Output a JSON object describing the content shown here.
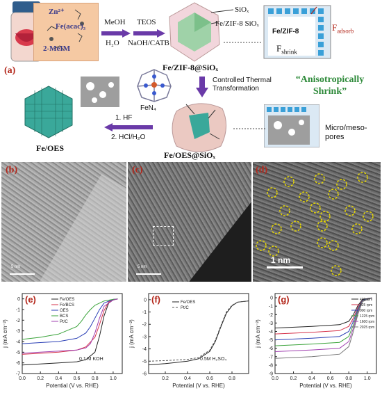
{
  "panel_a": {
    "label": "(a)",
    "ions": {
      "zn": "Zn²⁺",
      "fe": "Fe(acac)₃",
      "melm": "2-MeIM"
    },
    "step1_top": "MeOH",
    "step1_bottom": "H₂O",
    "step2_top": "TEOS",
    "step2_bottom": "NaOH/CATB",
    "sio_label_1": "SiOₓ",
    "sio_label_2": "Fe/ZIF-8 SiOₓ",
    "product_1": "Fe/ZIF-8@SiOₓ",
    "inset_top": {
      "fe_zif": "Fe/ZIF-8",
      "f_adsorb": "F",
      "f_adsorb_sub": "adsorb",
      "f_shrink": "F",
      "f_shrink_sub": "shrink"
    },
    "thermal": "Controlled Thermal Transformation",
    "anisotropic": "“Anisotropically Shrink”",
    "fen4": "FeN₄",
    "step3_1": "1. HF",
    "step3_2": "2. HCl/H₂O",
    "product_2": "Fe/OES",
    "product_3": "Fe/OES@SiOₓ",
    "micro": "Micro/meso-pores"
  },
  "panel_b": {
    "label": "(b)",
    "scale": "5 nm"
  },
  "panel_c": {
    "label": "(c)",
    "scale": "5 nm"
  },
  "panel_d": {
    "label": "(d)",
    "scale": "1 nm"
  },
  "chart_data": [
    {
      "type": "line",
      "label": "(e)",
      "xlabel": "Potential (V vs. RHE)",
      "ylabel": "j (mA cm⁻²)",
      "annotation": "0.1 M KOH",
      "xlim": [
        0.0,
        1.1
      ],
      "ylim": [
        -7,
        0.5
      ],
      "xticks": [
        "0.0",
        "0.2",
        "0.4",
        "0.6",
        "0.8",
        "1.0"
      ],
      "yticks": [
        "0",
        "-1",
        "-2",
        "-3",
        "-4",
        "-5",
        "-6",
        "-7"
      ],
      "series": [
        {
          "name": "Fe/OES",
          "color": "#222222",
          "x": [
            0.0,
            0.2,
            0.4,
            0.6,
            0.7,
            0.8,
            0.85,
            0.9,
            0.95,
            1.0,
            1.05
          ],
          "y": [
            -6.2,
            -6.1,
            -6.0,
            -5.9,
            -5.7,
            -5.0,
            -3.5,
            -1.6,
            -0.4,
            -0.1,
            0.0
          ]
        },
        {
          "name": "Fe/BCS",
          "color": "#d6324a",
          "x": [
            0.0,
            0.2,
            0.4,
            0.6,
            0.7,
            0.8,
            0.85,
            0.9,
            0.95,
            1.0,
            1.05
          ],
          "y": [
            -5.2,
            -5.1,
            -5.0,
            -4.8,
            -4.5,
            -3.6,
            -2.4,
            -1.1,
            -0.3,
            -0.1,
            0.0
          ]
        },
        {
          "name": "OES",
          "color": "#2a3fb5",
          "x": [
            0.0,
            0.2,
            0.4,
            0.6,
            0.7,
            0.75,
            0.8,
            0.85,
            0.9,
            1.0,
            1.05
          ],
          "y": [
            -4.2,
            -4.1,
            -4.0,
            -3.7,
            -3.2,
            -2.6,
            -1.8,
            -1.0,
            -0.4,
            -0.05,
            0.0
          ]
        },
        {
          "name": "BCS",
          "color": "#3aa33a",
          "x": [
            0.0,
            0.2,
            0.4,
            0.6,
            0.65,
            0.7,
            0.75,
            0.8,
            0.9,
            1.0,
            1.05
          ],
          "y": [
            -3.8,
            -3.6,
            -3.3,
            -2.6,
            -2.1,
            -1.5,
            -1.0,
            -0.6,
            -0.2,
            -0.05,
            0.0
          ]
        },
        {
          "name": "Pt/C",
          "color": "#a040b0",
          "x": [
            0.0,
            0.2,
            0.4,
            0.6,
            0.7,
            0.75,
            0.8,
            0.85,
            0.9,
            1.0,
            1.05
          ],
          "y": [
            -5.1,
            -5.0,
            -4.9,
            -4.8,
            -4.6,
            -4.2,
            -3.2,
            -1.8,
            -0.7,
            -0.1,
            0.0
          ]
        }
      ]
    },
    {
      "type": "line",
      "label": "(f)",
      "xlabel": "Potential (V vs. RHE)",
      "ylabel": "j (mA cm⁻²)",
      "annotation": "0.5M H₂SO₄",
      "xlim": [
        0.05,
        0.95
      ],
      "ylim": [
        -6,
        0.5
      ],
      "xticks": [
        "0.2",
        "0.4",
        "0.6",
        "0.8"
      ],
      "yticks": [
        "0",
        "-1",
        "-2",
        "-3",
        "-4",
        "-5",
        "-6"
      ],
      "series": [
        {
          "name": "Fe/OES",
          "color": "#222222",
          "x": [
            0.05,
            0.2,
            0.4,
            0.5,
            0.6,
            0.65,
            0.7,
            0.75,
            0.8,
            0.85,
            0.95
          ],
          "y": [
            -5.3,
            -5.2,
            -5.0,
            -4.8,
            -4.2,
            -3.4,
            -2.2,
            -1.1,
            -0.5,
            -0.2,
            -0.1
          ]
        },
        {
          "name": "Pt/C",
          "color": "#555555",
          "dashed": true,
          "x": [
            0.05,
            0.2,
            0.4,
            0.5,
            0.6,
            0.65,
            0.7,
            0.75,
            0.8,
            0.85,
            0.95
          ],
          "y": [
            -5.0,
            -4.95,
            -4.85,
            -4.7,
            -4.1,
            -3.3,
            -2.1,
            -1.0,
            -0.45,
            -0.2,
            -0.1
          ]
        }
      ]
    },
    {
      "type": "line",
      "label": "(g)",
      "xlabel": "Potential (V vs. RHE)",
      "ylabel": "j (mA cm⁻²)",
      "xlim": [
        0.0,
        1.1
      ],
      "ylim": [
        -9,
        0.5
      ],
      "xticks": [
        "0.0",
        "0.2",
        "0.4",
        "0.6",
        "0.8",
        "1.0"
      ],
      "yticks": [
        "0",
        "-1",
        "-2",
        "-3",
        "-4",
        "-5",
        "-6",
        "-7",
        "-8",
        "-9"
      ],
      "series": [
        {
          "name": "400 rpm",
          "color": "#222222",
          "x": [
            0.0,
            0.4,
            0.7,
            0.8,
            0.85,
            0.9,
            0.95,
            1.05
          ],
          "y": [
            -3.6,
            -3.4,
            -3.2,
            -2.8,
            -2.0,
            -0.9,
            -0.2,
            0.0
          ]
        },
        {
          "name": "625 rpm",
          "color": "#d6324a",
          "x": [
            0.0,
            0.4,
            0.7,
            0.8,
            0.85,
            0.9,
            0.95,
            1.05
          ],
          "y": [
            -4.3,
            -4.1,
            -3.9,
            -3.4,
            -2.4,
            -1.1,
            -0.3,
            0.0
          ]
        },
        {
          "name": "900 rpm",
          "color": "#2a3fb5",
          "x": [
            0.0,
            0.4,
            0.7,
            0.8,
            0.85,
            0.9,
            0.95,
            1.05
          ],
          "y": [
            -5.0,
            -4.8,
            -4.6,
            -4.0,
            -2.8,
            -1.3,
            -0.3,
            0.0
          ]
        },
        {
          "name": "1225 rpm",
          "color": "#3aa33a",
          "x": [
            0.0,
            0.4,
            0.7,
            0.8,
            0.85,
            0.9,
            0.95,
            1.05
          ],
          "y": [
            -5.7,
            -5.5,
            -5.3,
            -4.6,
            -3.2,
            -1.5,
            -0.35,
            0.0
          ]
        },
        {
          "name": "1600 rpm",
          "color": "#a040b0",
          "x": [
            0.0,
            0.4,
            0.7,
            0.8,
            0.85,
            0.9,
            0.95,
            1.05
          ],
          "y": [
            -6.4,
            -6.2,
            -6.0,
            -5.2,
            -3.6,
            -1.7,
            -0.4,
            0.0
          ]
        },
        {
          "name": "2025 rpm",
          "color": "#777777",
          "x": [
            0.0,
            0.4,
            0.7,
            0.8,
            0.85,
            0.9,
            0.95,
            1.05
          ],
          "y": [
            -7.2,
            -7.0,
            -6.7,
            -5.8,
            -4.0,
            -1.9,
            -0.45,
            0.0
          ]
        }
      ]
    }
  ]
}
